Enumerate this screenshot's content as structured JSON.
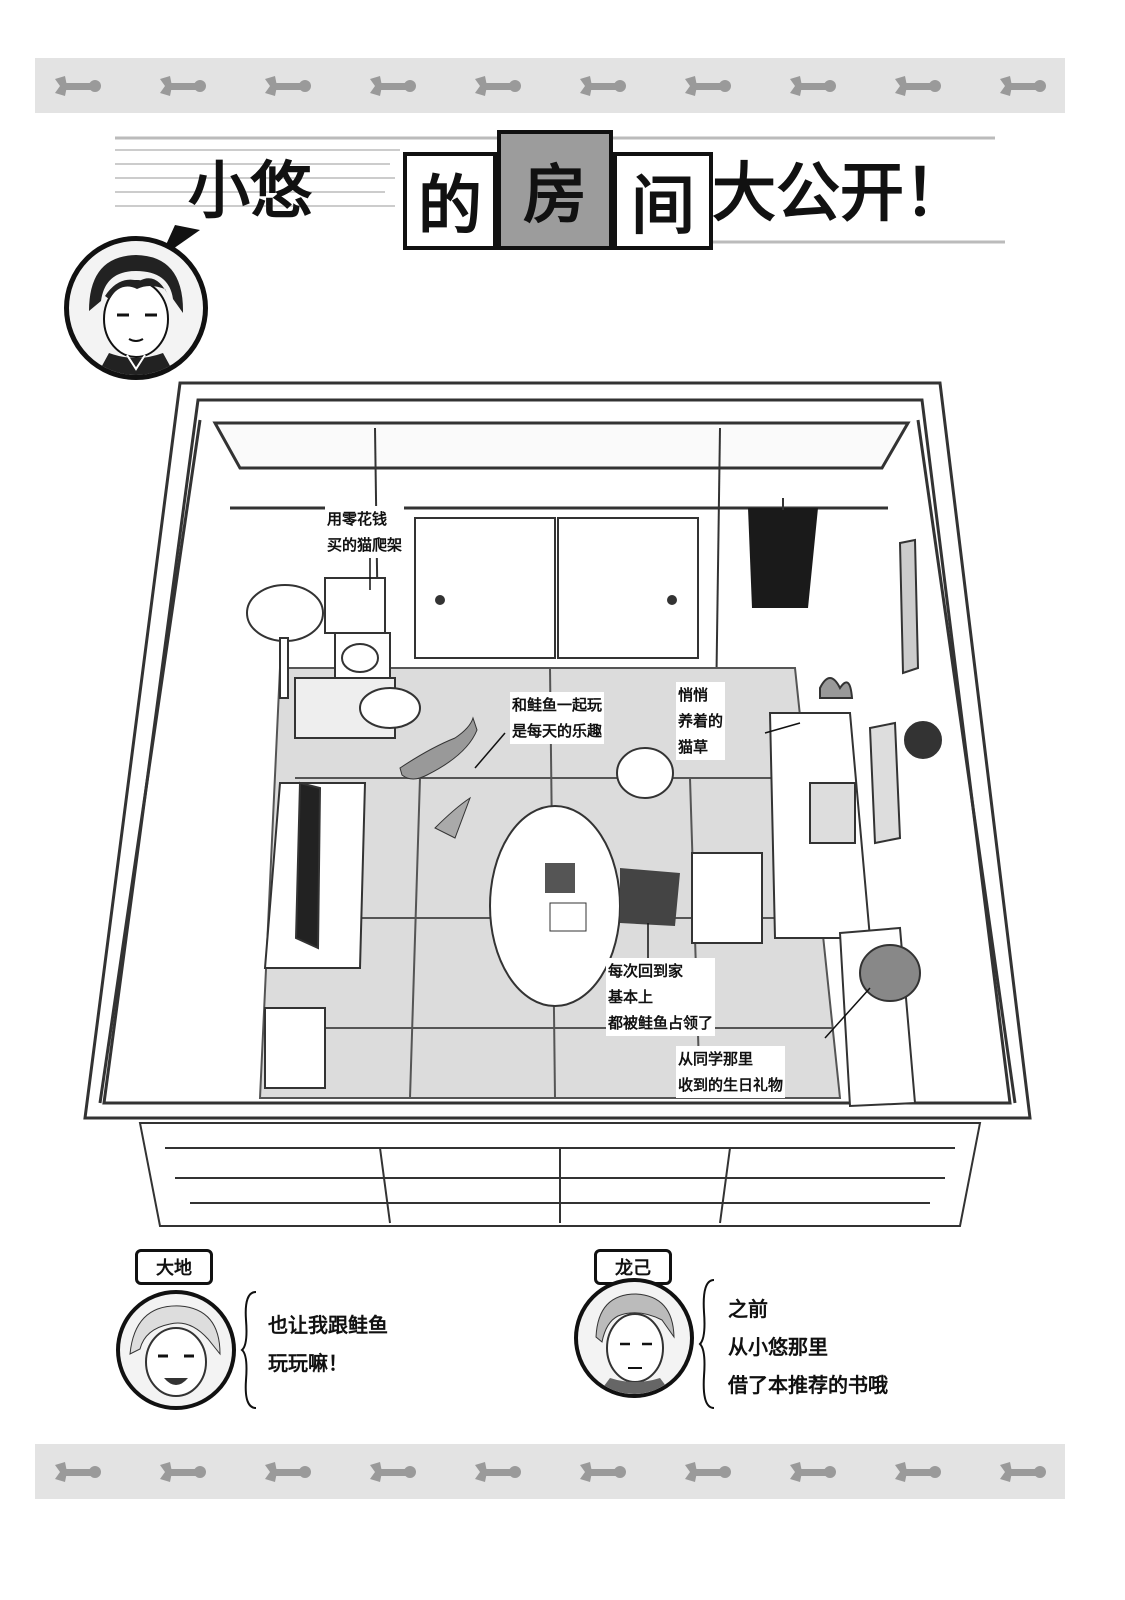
{
  "title": {
    "name": "小悠",
    "chars": [
      "的",
      "房",
      "间"
    ],
    "tail": "大公开！"
  },
  "annotations": {
    "cat_tower": [
      "用零花钱",
      "买的猫爬架"
    ],
    "play": [
      "和鲑鱼一起玩",
      "是每天的乐趣"
    ],
    "grass": [
      "悄悄",
      "养着的",
      "猫草"
    ],
    "cushion": [
      "每次回到家",
      "基本上",
      "都被鲑鱼占领了"
    ],
    "gift": [
      "从同学那里",
      "收到的生日礼物"
    ]
  },
  "characters": [
    {
      "name": "大地",
      "lines": [
        "也让我跟鲑鱼",
        "玩玩嘛！"
      ]
    },
    {
      "name": "龙己",
      "lines": [
        "之前",
        "从小悠那里",
        "借了本推荐的书哦"
      ]
    }
  ]
}
